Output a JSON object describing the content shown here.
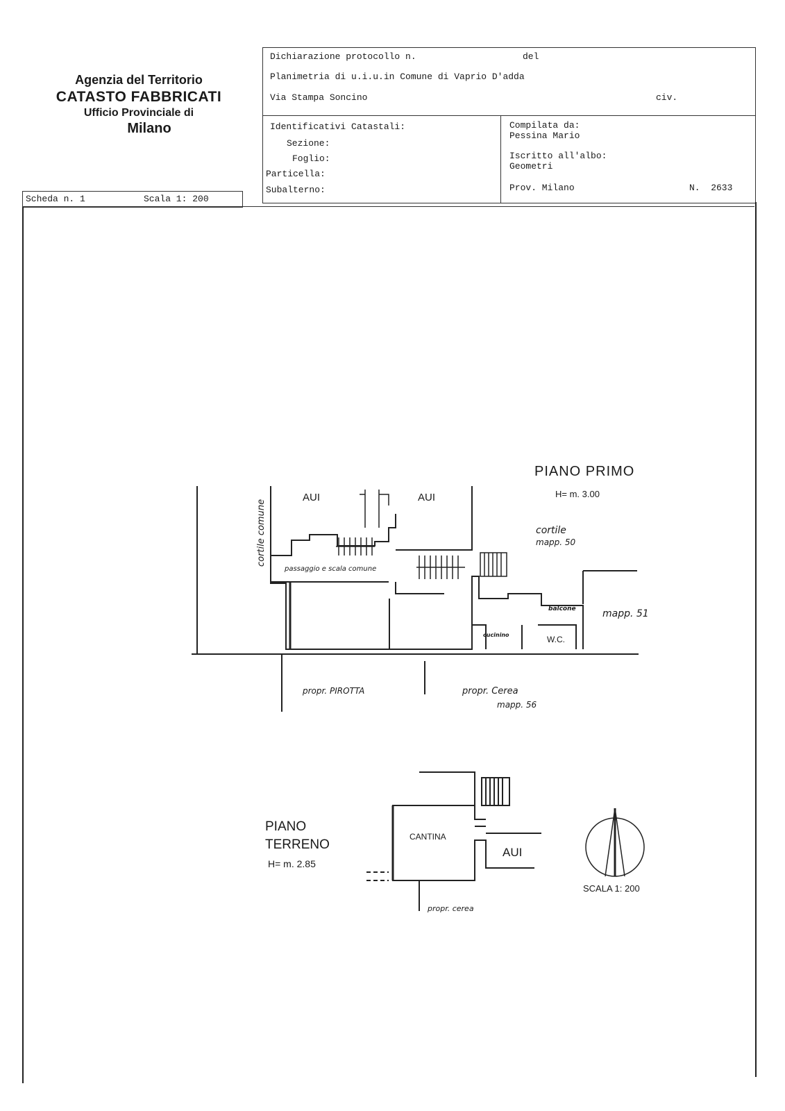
{
  "agency": {
    "line1": "Agenzia del Territorio",
    "line2": "CATASTO FABBRICATI",
    "line3": "Ufficio Provinciale di",
    "line4": "Milano"
  },
  "header": {
    "protocol_label": "Dichiarazione protocollo n.",
    "del_label": "del",
    "planimetry": "Planimetria di u.i.u.in Comune di Vaprio D'adda",
    "street": "Via Stampa Soncino",
    "civ_label": "civ.",
    "ident_label": "Identificativi Catastali:",
    "sezione_label": "Sezione:",
    "foglio_label": "Foglio:",
    "particella_label": "Particella:",
    "subalterno_label": "Subalterno:",
    "compilata_label": "Compilata da:",
    "compilata_name": "Pessina Mario",
    "iscritto_label": "Iscritto all'albo:",
    "iscritto_value": "Geometri",
    "prov_label": "Prov. Milano",
    "number_label": "N.  2633"
  },
  "scheda": {
    "label": "Scheda n. 1",
    "scale": "Scala 1: 200"
  },
  "plan_primo": {
    "title": "PIANO PRIMO",
    "height": "H= m. 3.00",
    "cortile_comune": "cortile comune",
    "aui_left": "AUI",
    "aui_right": "AUI",
    "passaggio": "passaggio e scala comune",
    "cortile": "cortile",
    "mapp50": "mapp. 50",
    "balcone": "balcone",
    "mapp51": "mapp. 51",
    "cucinino": "cucinino",
    "wc": "W.C.",
    "propr_pirotta": "propr. PIROTTA",
    "propr_cerea": "propr. Cerea",
    "mapp56": "mapp. 56"
  },
  "plan_terreno": {
    "title1": "PIANO",
    "title2": "TERRENO",
    "height": "H= m. 2.85",
    "cantina": "CANTINA",
    "aui": "AUI",
    "propr_cerea": "propr. cerea",
    "scale": "SCALA 1: 200"
  }
}
